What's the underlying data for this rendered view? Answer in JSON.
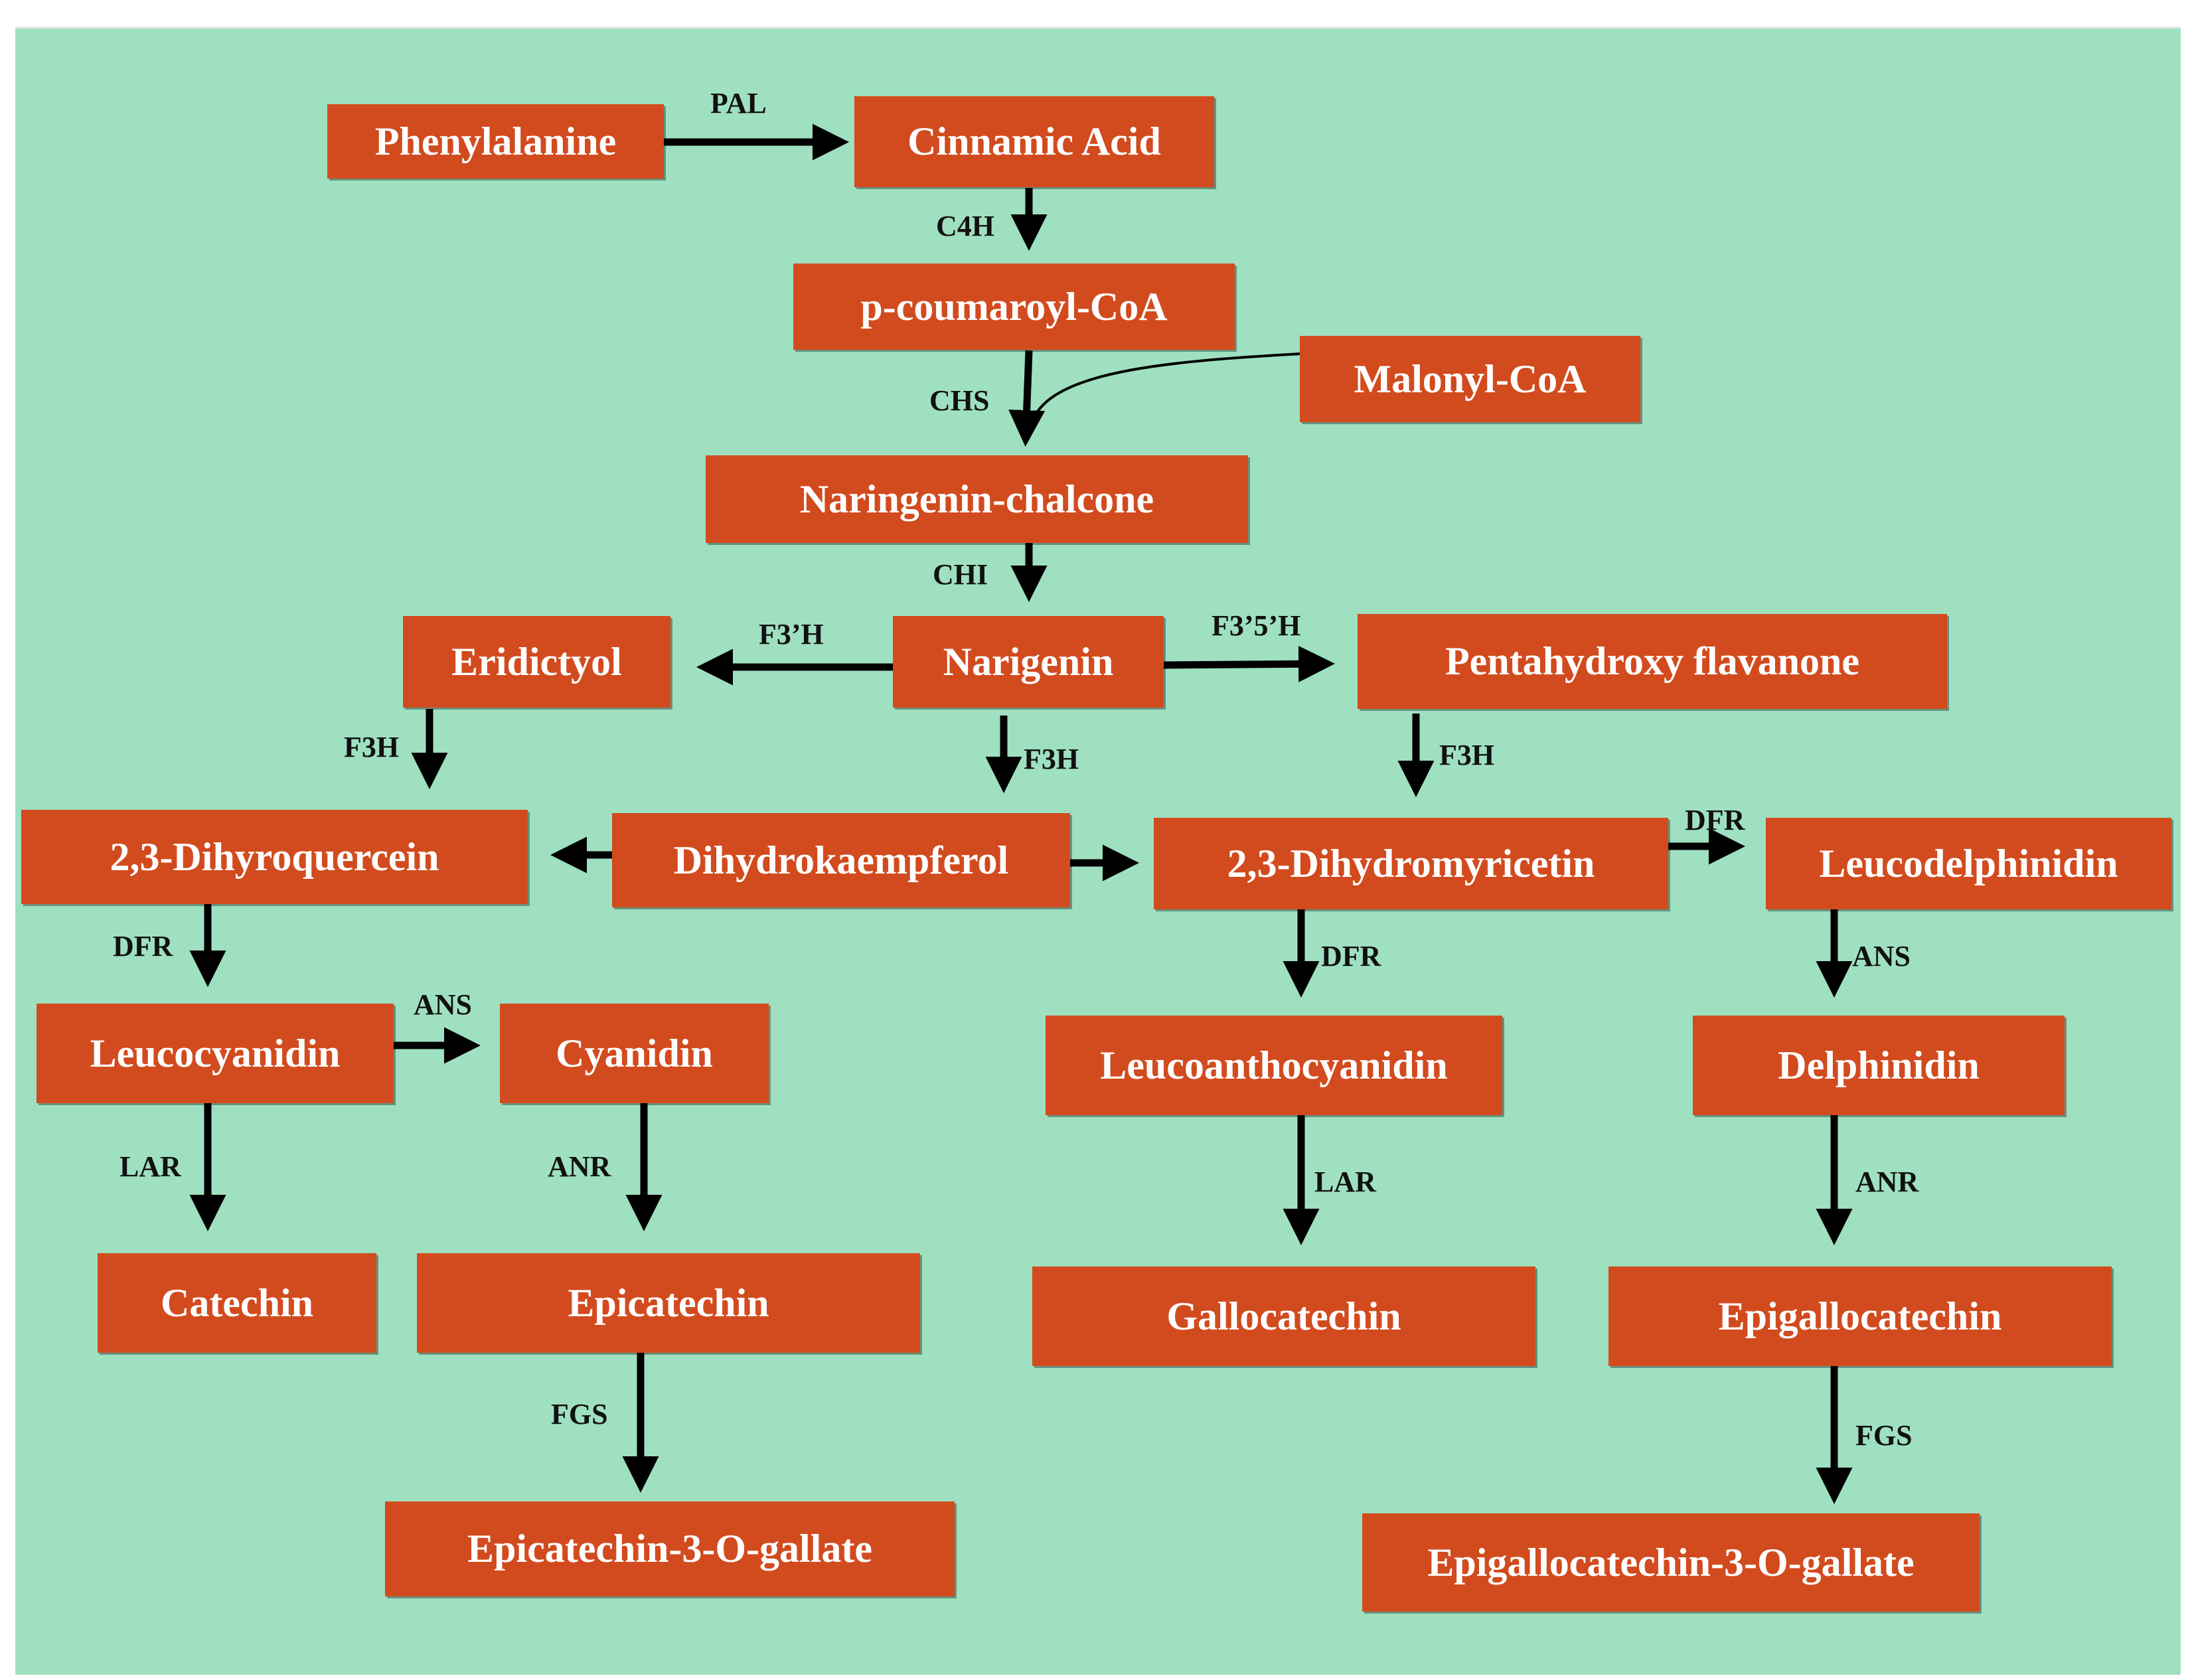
{
  "colors": {
    "background": "#9fe0c0",
    "node_fill": "#d24b1e",
    "node_text": "#ffffff",
    "arrow": "#000000",
    "label": "#111111"
  },
  "nodes": {
    "phenylalanine": "Phenylalanine",
    "cinnamic_acid": "Cinnamic Acid",
    "p_coumaroyl_coa": "p-coumaroyl-CoA",
    "malonyl_coa": "Malonyl-CoA",
    "naringenin_chalcone": "Naringenin-chalcone",
    "narigenin": "Narigenin",
    "eridictyol": "Eridictyol",
    "pentahydroxy_flavanone": "Pentahydroxy flavanone",
    "dihydroquercein": "2,3-Dihyroquercein",
    "dihydrokaempferol": "Dihydrokaempferol",
    "dihydromyricetin": "2,3-Dihydromyricetin",
    "leucodelphinidin": "Leucodelphinidin",
    "leucocyanidin": "Leucocyanidin",
    "cyanidin": "Cyanidin",
    "leucoanthocyanidin": "Leucoanthocyanidin",
    "delphinidin": "Delphinidin",
    "catechin": "Catechin",
    "epicatechin": "Epicatechin",
    "gallocatechin": "Gallocatechin",
    "epigallocatechin": "Epigallocatechin",
    "epicatechin_gallate": "Epicatechin-3-O-gallate",
    "epigallocatechin_gallate": "Epigallocatechin-3-O-gallate"
  },
  "enzymes": {
    "pal": "PAL",
    "c4h": "C4H",
    "chs": "CHS",
    "chi": "CHI",
    "f3h_left": "F3’H",
    "f35h": "F3’5’H",
    "f3h_a": "F3H",
    "f3h_b": "F3H",
    "f3h_c": "F3H",
    "dfr_a": "DFR",
    "dfr_b": "DFR",
    "dfr_c": "DFR",
    "ans_a": "ANS",
    "ans_b": "ANS",
    "lar_a": "LAR",
    "lar_b": "LAR",
    "anr_a": "ANR",
    "anr_b": "ANR",
    "fgs_a": "FGS",
    "fgs_b": "FGS"
  }
}
